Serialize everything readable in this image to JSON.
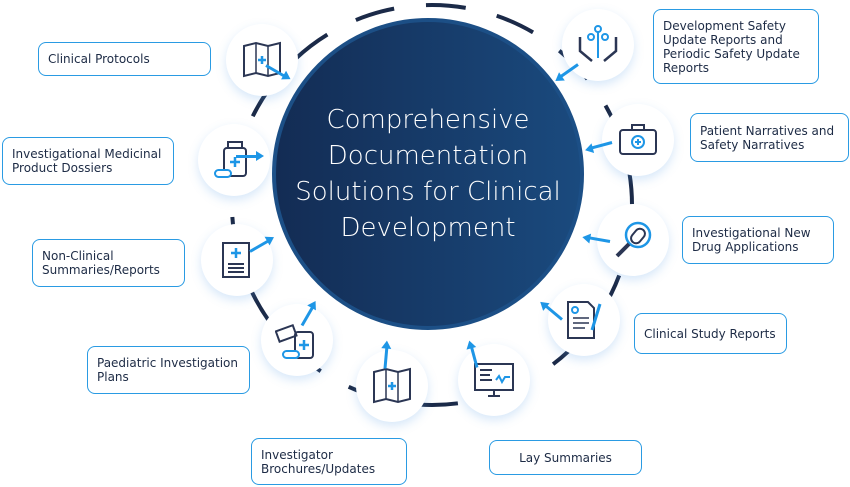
{
  "center": {
    "title": "Comprehensive Documentation Solutions for Clinical Development"
  },
  "items": [
    {
      "label": "Clinical Protocols",
      "icon": "brochure-icon"
    },
    {
      "label": "Investigational Medicinal Product Dossiers",
      "icon": "medicine-bottle-icon"
    },
    {
      "label": "Non-Clinical Summaries/Reports",
      "icon": "medical-report-icon"
    },
    {
      "label": "Paediatric Investigation Plans",
      "icon": "medicine-cost-icon"
    },
    {
      "label": "Investigator Brochures/Updates",
      "icon": "brochure-icon"
    },
    {
      "label": "Lay Summaries",
      "icon": "monitor-chart-icon"
    },
    {
      "label": "Clinical Study Reports",
      "icon": "signed-document-icon"
    },
    {
      "label": "Investigational New Drug Applications",
      "icon": "magnifier-pill-icon"
    },
    {
      "label": "Patient Narratives and Safety Narratives",
      "icon": "first-aid-kit-icon"
    },
    {
      "label": "Development Safety Update Reports and Periodic Safety Update Reports",
      "icon": "hands-care-icon"
    }
  ],
  "colors": {
    "accent": "#1e96e6",
    "navy": "#132c54",
    "ring": "#1b2a48"
  }
}
